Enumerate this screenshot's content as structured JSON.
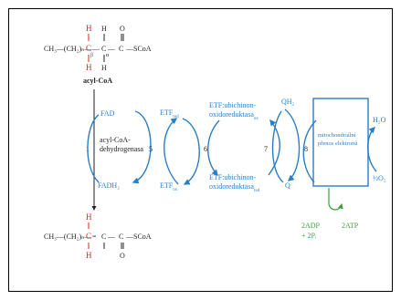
{
  "molecule_top": {
    "chain": "CH₃—(CH₂)ₙ—",
    "alpha_h_top": "H",
    "beta_h_top": "H",
    "carbonyl_o": "O",
    "beta_c": "C",
    "alpha_c": "C",
    "carbonyl_c": "C",
    "beta_label": "β",
    "alpha_label": "α",
    "bond": "—",
    "scoa": "—SCoA",
    "alpha_h_bottom": "H",
    "beta_h_bottom": "H",
    "name": "acyl-CoA"
  },
  "enzyme": {
    "step": "1",
    "line1": "acyl-CoA-",
    "line2": "dehydrogenasa",
    "fad": "FAD",
    "fadh2": "FADH₂"
  },
  "etf": {
    "step": "5",
    "red": "ETF",
    "red_sub": "red",
    "ox": "ETF",
    "ox_sub": "ox"
  },
  "ubiquinone": {
    "step": "6",
    "top_line1": "ETF:ubichinon-",
    "top_line2": "oxidoreduktasa",
    "top_sub": "ox",
    "bottom_line1": "ETF:ubichinon-",
    "bottom_line2": "oxidoreduktasa",
    "bottom_sub": "red"
  },
  "quinone": {
    "step": "7",
    "qh2": "QH₂",
    "q": "Q"
  },
  "chain_box": {
    "step": "8",
    "line1": "mitochondriální",
    "line2": "přenos elektronů",
    "h2o": "H₂O",
    "o2": "½O₂"
  },
  "atp": {
    "adp": "2ADP",
    "pi": "+ 2Pᵢ",
    "atp": "2ATP"
  },
  "molecule_bottom": {
    "chain": "CH₃—(CH₂)ₙ—",
    "c1": "C",
    "c2": "C",
    "c3": "C",
    "h_top": "H",
    "h_bottom": "H",
    "scoa": "—SCoA",
    "o": "O",
    "double_bond": "="
  },
  "colors": {
    "red": "#d42a1a",
    "blue": "#2b7ec6",
    "green": "#3aa33a",
    "black": "#222222"
  }
}
